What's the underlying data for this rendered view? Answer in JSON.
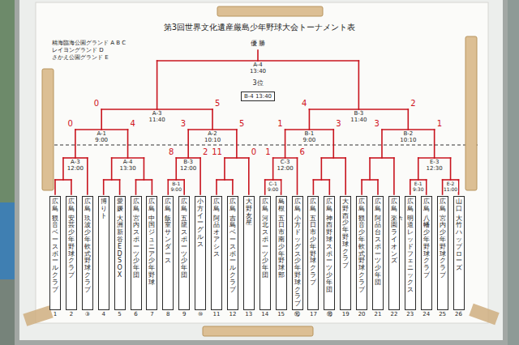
{
  "diagram": {
    "title": "第3回世界文化遺産厳島少年野球大会トーナメント表",
    "nodes": [
      {
        "text": [
          "B-4 13:40"
        ]
      },
      {
        "text": [
          "広島",
          "観音ベースボールクラブ"
        ]
      },
      {
        "text": [
          "広島",
          "安芸少年野球クラブ"
        ]
      },
      {
        "text": [
          "広島",
          "玖波少年軟式野球クラブ"
        ]
      },
      {
        "text": [
          "博りト"
        ]
      },
      {
        "text": [
          "愛媛",
          "大洲新谷EDSOX"
        ]
      },
      {
        "text": [
          "広島",
          "宮内スポーツ少年団"
        ]
      },
      {
        "text": [
          "広島",
          "中国ジュニア少年野球"
        ]
      },
      {
        "text": [
          "広島",
          "飯室サンダース"
        ]
      },
      {
        "text": [
          "広島",
          "五龍スポーツ少年団"
        ]
      },
      {
        "text": [
          "小方イーグルス"
        ]
      },
      {
        "text": [
          "広島",
          "阿品オアシス"
        ]
      },
      {
        "text": [
          "広島",
          "吉島ベースボールクラブ"
        ]
      },
      {
        "text": [
          "大野友星"
        ]
      },
      {
        "text": [
          "広島",
          "河北スポーツ少年団"
        ]
      },
      {
        "text": [
          "島根",
          "五日市南少年野球部"
        ]
      },
      {
        "text": [
          "広島",
          "小方ドッグス少年野球クラブ"
        ]
      },
      {
        "text": [
          "広島",
          "五日市少年野球クラブ"
        ]
      },
      {
        "text": [
          "広島",
          "神西野球スポーツ少年団"
        ]
      },
      {
        "text": [
          "大野西少年野球クラブ"
        ]
      },
      {
        "text": [
          "広島",
          "観音少年軟式野球クラブ"
        ]
      },
      {
        "text": [
          "広島",
          "阿品台スポーツ少年団"
        ]
      },
      {
        "text": [
          "広島",
          "楽々園ライオンズ"
        ]
      },
      {
        "text": [
          "広島",
          "明道レッドフェニックス"
        ]
      },
      {
        "text": [
          "広島",
          "八幡少年野球クラブ"
        ]
      },
      {
        "text": [
          "広島",
          "宮内少年野球クラブ"
        ]
      },
      {
        "text": [
          "山口",
          "大竹ハッブローズ"
        ]
      }
    ],
    "labels": [
      "精海臨海公園グランド A B C",
      "レイヨングランド D",
      "さかえ公園グランド E",
      "優 勝",
      "A-4 13:40",
      "3位",
      "A-3 11:40",
      "B-3 11:40",
      "A-1 9:00",
      "A-2 10:10",
      "B-1 9:00",
      "B-2 10:10",
      "A-3 12:00",
      "A-4 13:30",
      "B-3 12:00",
      "C-3 12:00",
      "E-3 12:30",
      "B-1 9:00",
      "C-1 9:00",
      "E-1 9:30",
      "E-2 11:00",
      "0",
      "5",
      "4",
      "2",
      "0",
      "4",
      "3",
      "5",
      "1",
      "3",
      "3",
      "1",
      "8",
      "2",
      "11",
      "0",
      "1",
      "6",
      "1",
      "2",
      "③",
      "4",
      "5",
      "6",
      "7",
      "8",
      "9",
      "⑩",
      "11",
      "12",
      "13",
      "14",
      "15",
      "⑯",
      "17",
      "⑱",
      "19",
      "20",
      "21",
      "22",
      "23",
      "24",
      "25",
      "26"
    ]
  }
}
